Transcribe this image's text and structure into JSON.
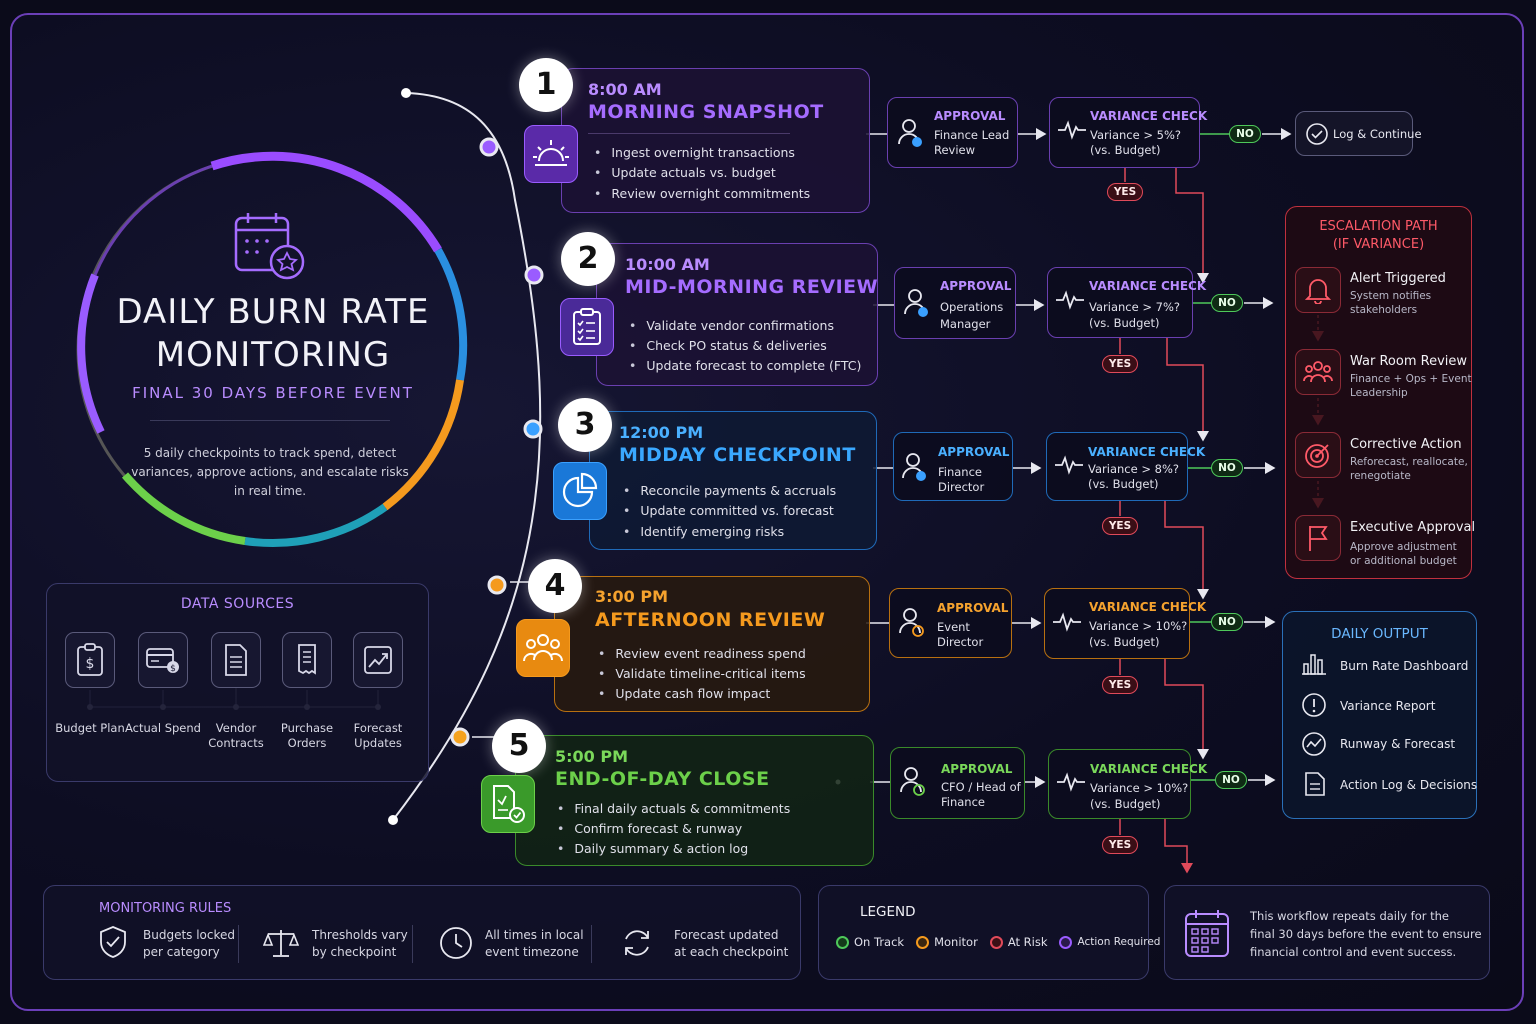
{
  "header": {
    "title_line1": "DAILY BURN RATE",
    "title_line2": "MONITORING",
    "subtitle": "FINAL 30 DAYS BEFORE EVENT",
    "description": "5 daily checkpoints to track spend, detect variances, approve actions, and escalate risks in real time."
  },
  "data_sources": {
    "title": "DATA SOURCES",
    "items": [
      {
        "label": "Budget Plan",
        "icon": "clipboard-dollar-icon"
      },
      {
        "label": "Actual Spend",
        "icon": "credit-card-icon"
      },
      {
        "label": "Vendor Contracts",
        "icon": "document-icon"
      },
      {
        "label": "Purchase Orders",
        "icon": "receipt-icon"
      },
      {
        "label": "Forecast Updates",
        "icon": "chart-up-icon"
      }
    ]
  },
  "steps": [
    {
      "num": "1",
      "time": "8:00 AM",
      "title": "MORNING SNAPSHOT",
      "color": "#a56cff",
      "bullets": [
        "Ingest overnight transactions",
        "Update actuals vs. budget",
        "Review overnight commitments"
      ],
      "approval": {
        "title": "APPROVAL",
        "lines": [
          "Finance Lead",
          "Review"
        ]
      },
      "variance": {
        "title": "VARIANCE CHECK",
        "lines": [
          "Variance > 5%?",
          "(vs. Budget)"
        ]
      },
      "no_label": "NO",
      "yes_label": "YES"
    },
    {
      "num": "2",
      "time": "10:00 AM",
      "title": "MID-MORNING REVIEW",
      "color": "#a56cff",
      "bullets": [
        "Validate vendor confirmations",
        "Check PO status & deliveries",
        "Update forecast to complete (FTC)"
      ],
      "approval": {
        "title": "APPROVAL",
        "lines": [
          "Operations",
          "Manager"
        ]
      },
      "variance": {
        "title": "VARIANCE CHECK",
        "lines": [
          "Variance > 7%?",
          "(vs. Budget)"
        ]
      },
      "no_label": "NO",
      "yes_label": "YES"
    },
    {
      "num": "3",
      "time": "12:00 PM",
      "title": "MIDDAY CHECKPOINT",
      "color": "#3aa0ff",
      "bullets": [
        "Reconcile payments & accruals",
        "Update committed vs. forecast",
        "Identify emerging risks"
      ],
      "approval": {
        "title": "APPROVAL",
        "lines": [
          "Finance",
          "Director"
        ]
      },
      "variance": {
        "title": "VARIANCE CHECK",
        "lines": [
          "Variance > 8%?",
          "(vs. Budget)"
        ]
      },
      "no_label": "NO",
      "yes_label": "YES"
    },
    {
      "num": "4",
      "time": "3:00 PM",
      "title": "AFTERNOON REVIEW",
      "color": "#f59a1e",
      "bullets": [
        "Review event readiness spend",
        "Validate timeline-critical items",
        "Update cash flow impact"
      ],
      "approval": {
        "title": "APPROVAL",
        "lines": [
          "Event",
          "Director"
        ]
      },
      "variance": {
        "title": "VARIANCE CHECK",
        "lines": [
          "Variance > 10%?",
          "(vs. Budget)"
        ]
      },
      "no_label": "NO",
      "yes_label": "YES"
    },
    {
      "num": "5",
      "time": "5:00 PM",
      "title": "END-OF-DAY CLOSE",
      "color": "#6cd04a",
      "bullets": [
        "Final daily actuals & commitments",
        "Confirm forecast & runway",
        "Daily summary & action log"
      ],
      "approval": {
        "title": "APPROVAL",
        "lines": [
          "CFO / Head of",
          "Finance"
        ]
      },
      "variance": {
        "title": "VARIANCE CHECK",
        "lines": [
          "Variance > 10%?",
          "(vs. Budget)"
        ]
      },
      "no_label": "NO",
      "yes_label": "YES"
    }
  ],
  "log_continue": "Log & Continue",
  "escalation": {
    "title_line1": "ESCALATION PATH",
    "title_line2": "(IF VARIANCE)",
    "items": [
      {
        "title": "Alert Triggered",
        "sub_line1": "System notifies",
        "sub_line2": "stakeholders",
        "icon": "bell-icon"
      },
      {
        "title": "War Room Review",
        "sub_line1": "Finance + Ops + Event",
        "sub_line2": "Leadership",
        "icon": "team-icon"
      },
      {
        "title": "Corrective Action",
        "sub_line1": "Reforecast, reallocate,",
        "sub_line2": "renegotiate",
        "icon": "target-icon"
      },
      {
        "title": "Executive Approval",
        "sub_line1": "Approve adjustment",
        "sub_line2": "or additional budget",
        "icon": "flag-icon"
      }
    ]
  },
  "daily_output": {
    "title": "DAILY OUTPUT",
    "items": [
      {
        "label": "Burn Rate Dashboard",
        "icon": "bar-chart-icon"
      },
      {
        "label": "Variance Report",
        "icon": "alert-icon"
      },
      {
        "label": "Runway & Forecast",
        "icon": "trend-icon"
      },
      {
        "label": "Action Log & Decisions",
        "icon": "document-icon"
      }
    ]
  },
  "monitoring_rules": {
    "title": "MONITORING RULES",
    "items": [
      {
        "line1": "Budgets locked",
        "line2": "per category",
        "icon": "shield-check-icon"
      },
      {
        "line1": "Thresholds vary",
        "line2": "by checkpoint",
        "icon": "scale-icon"
      },
      {
        "line1": "All times in local",
        "line2": "event timezone",
        "icon": "clock-icon"
      },
      {
        "line1": "Forecast updated",
        "line2": "at each checkpoint",
        "icon": "refresh-icon"
      }
    ]
  },
  "legend": {
    "title": "LEGEND",
    "items": [
      {
        "label": "On Track",
        "color": "#4ec85a"
      },
      {
        "label": "Monitor",
        "color": "#f59a1e"
      },
      {
        "label": "At Risk",
        "color": "#e04a5a"
      },
      {
        "label": "Action Required",
        "color": "#9a5cff"
      }
    ]
  },
  "footer_note": {
    "line1": "This workflow repeats daily for the",
    "line2": "final 30 days before the event to ensure",
    "line3": "financial control and event success."
  }
}
